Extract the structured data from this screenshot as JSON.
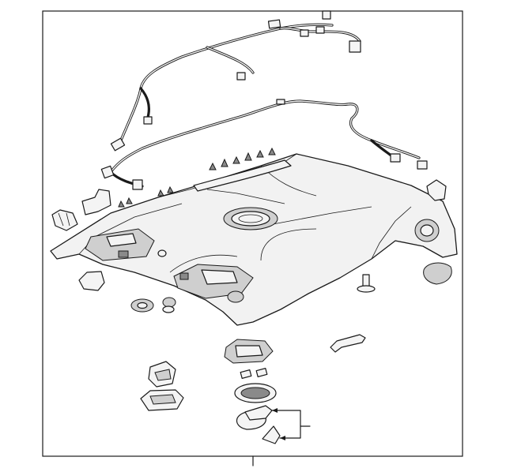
{
  "diagram": {
    "background": "#ffffff",
    "stroke_color": "#1a1a1a",
    "panel_fill": "#f2f2f2",
    "parts": [
      "headliner",
      "upper-wiring-harness",
      "lower-wiring-harness",
      "left-bracket",
      "left-clip",
      "right-clip",
      "right-hook",
      "dome-lamp",
      "grommet",
      "push-retainer",
      "bulb-socket",
      "bulb",
      "bracket-plate",
      "trim-bezel",
      "lamp-housing",
      "grab-handle",
      "pin-clip",
      "cap",
      "clip-upper",
      "clip-lower",
      "callout-bracket"
    ]
  }
}
